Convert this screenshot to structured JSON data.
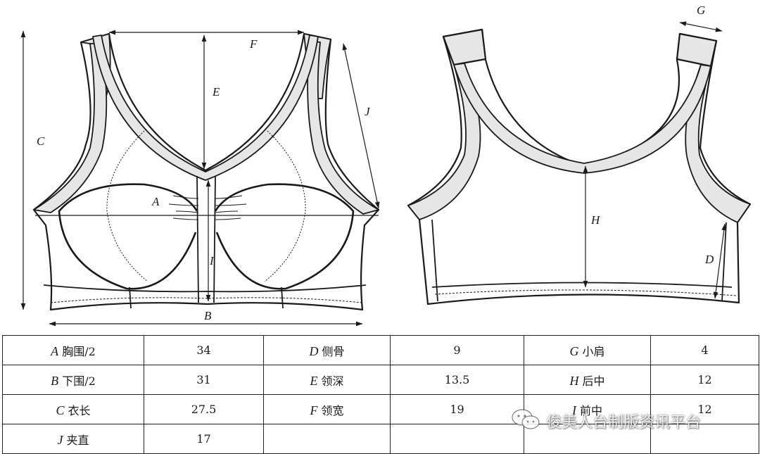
{
  "labels": {
    "A": "A",
    "B": "B",
    "C": "C",
    "D": "D",
    "E": "E",
    "F": "F",
    "G": "G",
    "H": "H",
    "I": "I",
    "J": "J"
  },
  "table": {
    "rows": [
      [
        {
          "code": "A",
          "name": "胸围/2",
          "value": "34"
        },
        {
          "code": "D",
          "name": "侧骨",
          "value": "9"
        },
        {
          "code": "G",
          "name": "小肩",
          "value": "4"
        }
      ],
      [
        {
          "code": "B",
          "name": "下围/2",
          "value": "31"
        },
        {
          "code": "E",
          "name": "领深",
          "value": "13.5"
        },
        {
          "code": "H",
          "name": "后中",
          "value": "12"
        }
      ],
      [
        {
          "code": "C",
          "name": "衣长",
          "value": "27.5"
        },
        {
          "code": "F",
          "name": "领宽",
          "value": "19"
        },
        {
          "code": "I",
          "name": "前中",
          "value": "12"
        }
      ],
      [
        {
          "code": "J",
          "name": "夹直",
          "value": "17"
        },
        {
          "code": "",
          "name": "",
          "value": ""
        },
        {
          "code": "",
          "name": "",
          "value": ""
        }
      ]
    ]
  },
  "watermark": {
    "text": "俊美人台制版资讯平台",
    "icon": "wechat-icon"
  }
}
